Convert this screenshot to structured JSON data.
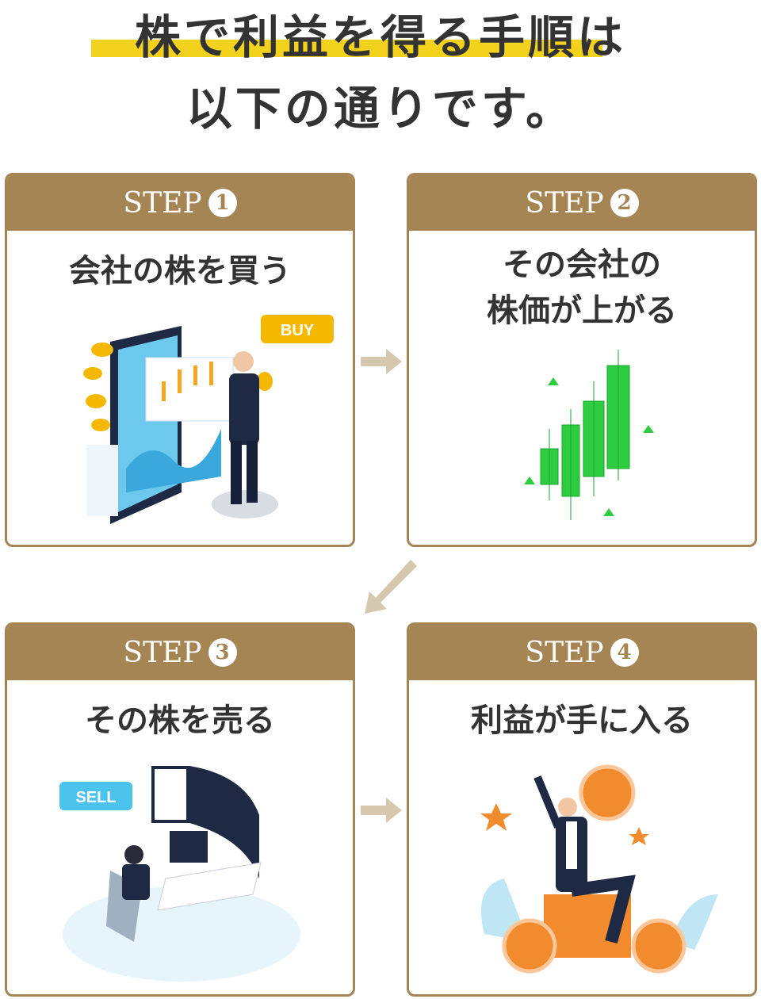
{
  "title": {
    "line1": "株で利益を得る手順は",
    "line2": "以下の通りです。"
  },
  "steps": [
    {
      "label": "STEP",
      "num": "1",
      "text": "会社の株を買う",
      "bubble": "BUY"
    },
    {
      "label": "STEP",
      "num": "2",
      "text": "その会社の\n株価が上がる"
    },
    {
      "label": "STEP",
      "num": "3",
      "text": "その株を売る",
      "bubble": "SELL"
    },
    {
      "label": "STEP",
      "num": "4",
      "text": "利益が手に入る"
    }
  ],
  "colors": {
    "brand": "#a58554",
    "highlight": "#f2d21c",
    "arrow": "#d6c8ae"
  }
}
